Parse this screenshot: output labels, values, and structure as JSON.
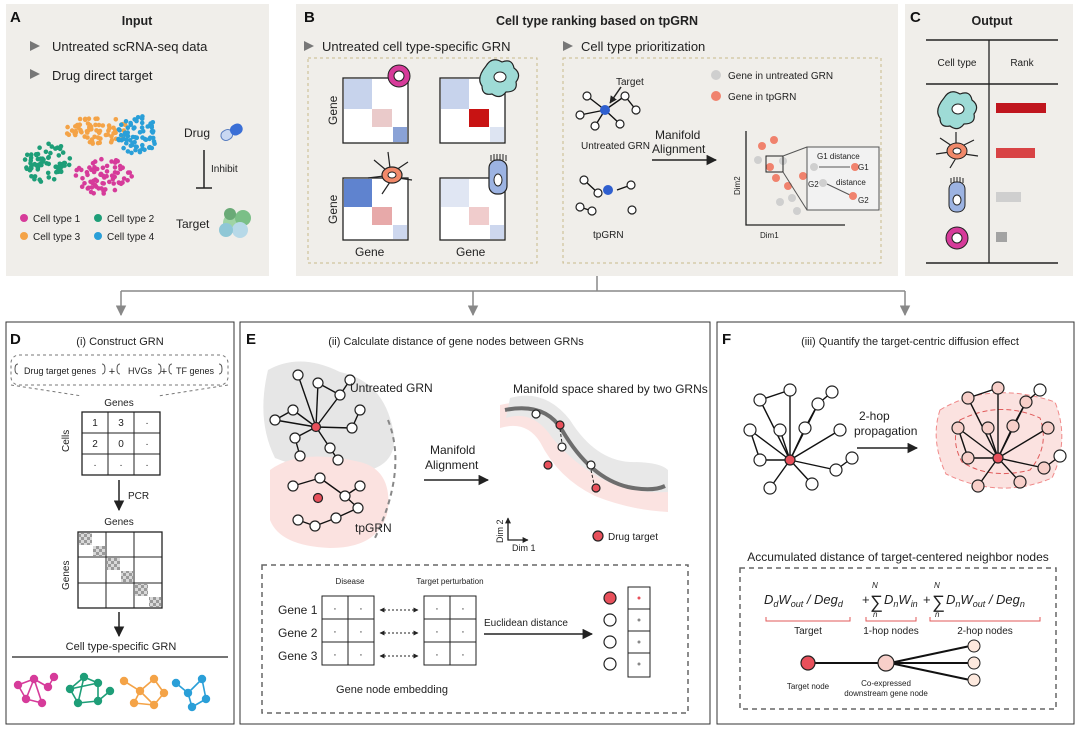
{
  "panelA": {
    "letter": "A",
    "title": "Input",
    "bullets": [
      "Untreated scRNA-seq data",
      "Drug direct target"
    ],
    "drug": "Drug",
    "inhibit": "Inhibit",
    "target": "Target",
    "legend": [
      "Cell type 1",
      "Cell type 2",
      "Cell type 3",
      "Cell type 4"
    ],
    "colors": {
      "type1": "#d63b9a",
      "type2": "#1e9e78",
      "type3": "#f4a347",
      "type4": "#2a9fd8"
    }
  },
  "panelB": {
    "letter": "B",
    "title": "Cell type ranking based on tpGRN",
    "sub1": "Untreated cell type-specific GRN",
    "sub2": "Cell type prioritization",
    "gene_axis": "Gene",
    "target": "Target",
    "untreated_grn": "Untreated GRN",
    "tpgrn": "tpGRN",
    "legend_grey": "Gene in untreated GRN",
    "legend_red": "Gene in tpGRN",
    "manifold": "Manifold",
    "alignment": "Alignment",
    "dim1": "Dim1",
    "dim2": "Dim2",
    "g1_distance": "G1 distance",
    "g1": "G1",
    "g2": "G2",
    "distance": "distance",
    "g2b": "G2"
  },
  "panelC": {
    "letter": "C",
    "title": "Output",
    "col_cell": "Cell type",
    "col_rank": "Rank",
    "rank_values": [
      1.0,
      0.78,
      0.5,
      0.22
    ],
    "rank_colors": [
      "#c0161e",
      "#d84345",
      "#cfcfcf",
      "#a3a3a3"
    ]
  },
  "panelD": {
    "letter": "D",
    "title": "(i) Construct GRN",
    "sources": [
      "Drug target genes",
      "HVGs",
      "TF genes"
    ],
    "plus": "+",
    "genes": "Genes",
    "cells": "Cells",
    "matrix": [
      [
        "1",
        "3",
        "·"
      ],
      [
        "2",
        "0",
        "·"
      ],
      [
        "·",
        "·",
        "·"
      ]
    ],
    "pcr": "PCR",
    "genes2": "Genes",
    "genes3": "Genes",
    "result": "Cell type-specific GRN"
  },
  "panelE": {
    "letter": "E",
    "title": "(ii) Calculate distance of gene nodes between GRNs",
    "untreated_grn": "Untreated GRN",
    "tpgrn": "tpGRN",
    "manifold": "Manifold",
    "alignment": "Alignment",
    "shared": "Manifold space shared by two GRNs",
    "dim2": "Dim 2",
    "dim1": "Dim 1",
    "drug_target": "Drug target",
    "disease": "Disease",
    "target_perturbation": "Target perturbation",
    "genes": [
      "Gene 1",
      "Gene 2",
      "Gene 3"
    ],
    "dot": "·",
    "euclidean": "Euclidean distance",
    "embedding": "Gene node embedding"
  },
  "panelF": {
    "letter": "F",
    "title": "(iii) Quantify the target-centric diffusion effect",
    "hop": "2-hop",
    "propagation": "propagation",
    "accumulated": "Accumulated distance of target-centered neighbor nodes",
    "label_target": "Target",
    "label_1hop": "1-hop nodes",
    "label_2hop": "2-hop nodes",
    "target_node": "Target node",
    "coexpressed": "Co-expressed",
    "downstream": "downstream gene node",
    "sum_N": "N",
    "sum_n": "n"
  }
}
